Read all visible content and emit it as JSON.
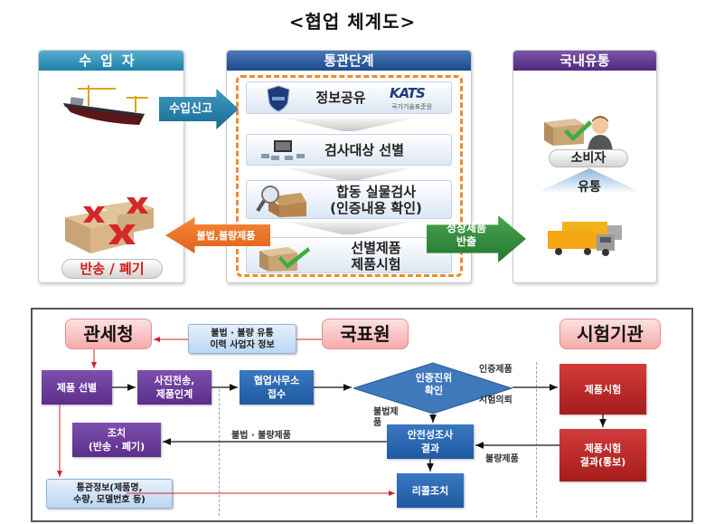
{
  "title": "<협업 체계도>",
  "top": {
    "panels": {
      "importer": {
        "header": "수입자",
        "return_label": "반송 / 폐기"
      },
      "customs": {
        "header": "통관단계"
      },
      "domestic": {
        "header": "국내유통",
        "consumer_label": "소비자",
        "distribution_label": "유통"
      }
    },
    "steps": [
      {
        "label": "정보공유",
        "logo_text": "KATS",
        "logo_subtext": "국가기술표준원"
      },
      {
        "label": "검사대상 선별"
      },
      {
        "label": "합동 실물검사",
        "sublabel": "(인증내용 확인)"
      },
      {
        "label": "선별제품",
        "sublabel": "제품시험"
      }
    ],
    "arrows": {
      "import_declaration": "수입신고",
      "illegal_defective": "불법,불량제품",
      "normal_release_line1": "정상제품",
      "normal_release_line2": "반출"
    },
    "colors": {
      "importer_header": "#1e7fa8",
      "customs_header": "#1d4a8c",
      "domestic_header": "#4f2a80",
      "dashed_border": "#f08a2a",
      "import_arrow": "#1a6b92",
      "defect_arrow": "#e0601a",
      "normal_arrow": "#23772d",
      "return_text": "#d11a1a"
    }
  },
  "flow": {
    "orgs": {
      "customs_service": "관세청",
      "kats": "국표원",
      "testing_agency": "시험기관"
    },
    "info_box": {
      "line1": "불법 · 불량 유통",
      "line2": "이력 사업자 정보"
    },
    "boxes": {
      "product_selection": "제품 선별",
      "photo_transfer_line1": "사진전송,",
      "photo_transfer_line2": "제품인계",
      "office_receipt_line1": "협업사무소",
      "office_receipt_line2": "접수",
      "cert_check_line1": "인증진위",
      "cert_check_line2": "확인",
      "product_test": "제품시험",
      "test_result_line1": "제품시험",
      "test_result_line2": "결과(통보)",
      "safety_result_line1": "안전성조사",
      "safety_result_line2": "결과",
      "action_line1": "조치",
      "action_line2": "(반송 · 폐기)",
      "customs_info_line1": "통관정보(제품명,",
      "customs_info_line2": "수량, 모델번호 등)",
      "recall": "리콜조치"
    },
    "edge_labels": {
      "certified_product": "인증제품",
      "test_request": "시험의뢰",
      "illegal_product_line1": "불법제",
      "illegal_product_line2": "품",
      "illegal_defective": "불법 · 불량제품",
      "defective": "불량제품"
    },
    "colors": {
      "org_fill": "#f6aaaa",
      "purple": "#5a2f8a",
      "blue": "#1f5aa0",
      "red": "#a61c1c",
      "info_line": "#d62020"
    }
  }
}
